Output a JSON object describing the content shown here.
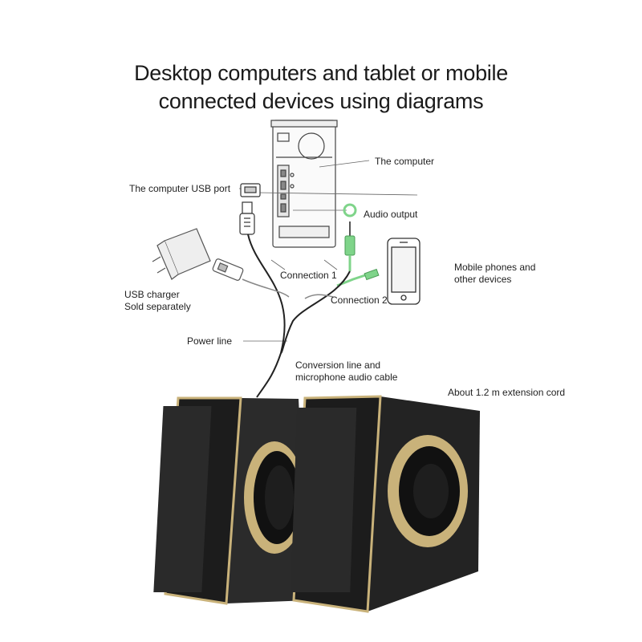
{
  "title": {
    "line1": "Desktop computers and tablet or mobile",
    "line2": "connected devices using diagrams"
  },
  "labels": {
    "computer": "The computer",
    "usb_port": "The computer USB port",
    "audio_output": "Audio output",
    "mobile_line1": "Mobile phones and",
    "mobile_line2": "other devices",
    "connection1": "Connection 1",
    "connection2": "Connection 2",
    "usb_charger_line1": "USB charger",
    "usb_charger_line2": "Sold separately",
    "power_line": "Power line",
    "conversion_line1": "Conversion line and",
    "conversion_line2": "microphone audio cable",
    "extension_cord": "About 1.2 m extension cord"
  },
  "colors": {
    "audio_jack_green": "#7fd48a",
    "speaker_body": "#1c1c1c",
    "speaker_trim": "#c9b27a",
    "line_gray": "#555555"
  },
  "icons": [
    "computer-tower-icon",
    "usb-plug-icon",
    "audio-jack-icon",
    "smartphone-icon",
    "usb-charger-icon",
    "speaker-icon"
  ]
}
